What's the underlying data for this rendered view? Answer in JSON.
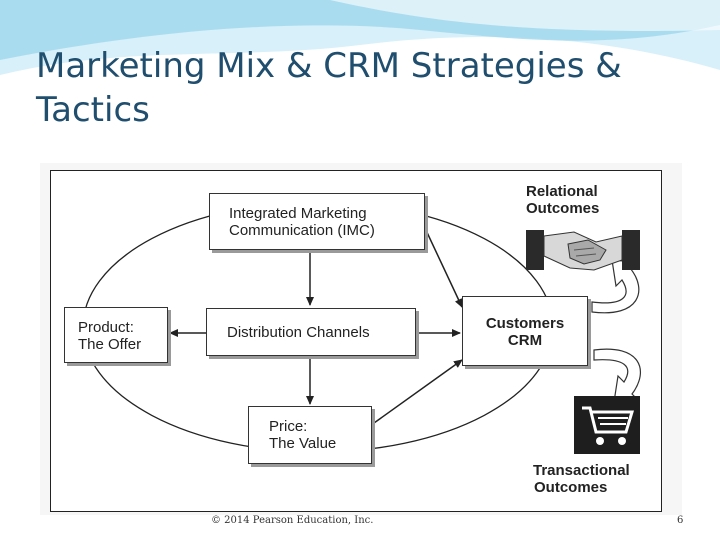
{
  "slide": {
    "title": "Marketing Mix & CRM Strategies & Tactics",
    "footer": "© 2014 Pearson Education, Inc.",
    "page_number": "6",
    "colors": {
      "title": "#1f4e6e",
      "swoosh_light": "#bfe6f5",
      "swoosh_mid": "#7fc8e6"
    }
  },
  "diagram": {
    "nodes": {
      "imc": {
        "line1": "Integrated Marketing",
        "line2": "Communication (IMC)"
      },
      "distribution": {
        "label": "Distribution Channels"
      },
      "product": {
        "line1": "Product:",
        "line2": "The Offer"
      },
      "price": {
        "line1": "Price:",
        "line2": "The Value"
      },
      "customers": {
        "line1": "Customers",
        "line2": "CRM"
      }
    },
    "relational": {
      "line1": "Relational",
      "line2": "Outcomes",
      "icon": "handshake-icon"
    },
    "transactional": {
      "line1": "Transactional",
      "line2": "Outcomes",
      "icon": "shopping-cart-icon"
    }
  }
}
